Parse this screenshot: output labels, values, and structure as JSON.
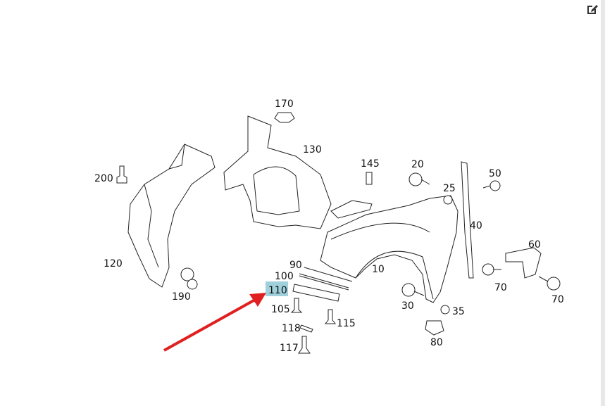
{
  "diagram": {
    "highlight_color": "#9fd0dc",
    "arrow_color": "#e02020",
    "highlighted_part": "110",
    "labels": {
      "p170": "170",
      "p130": "130",
      "p145": "145",
      "p20": "20",
      "p25": "25",
      "p50": "50",
      "p200": "200",
      "p40": "40",
      "p60": "60",
      "p120": "120",
      "p90": "90",
      "p100": "100",
      "p10": "10",
      "p110": "110",
      "p190": "190",
      "p70a": "70",
      "p70b": "70",
      "p30": "30",
      "p35": "35",
      "p105": "105",
      "p115": "115",
      "p118": "118",
      "p117": "117",
      "p80": "80"
    }
  },
  "toolbar": {
    "edit_icon": "edit-icon"
  }
}
